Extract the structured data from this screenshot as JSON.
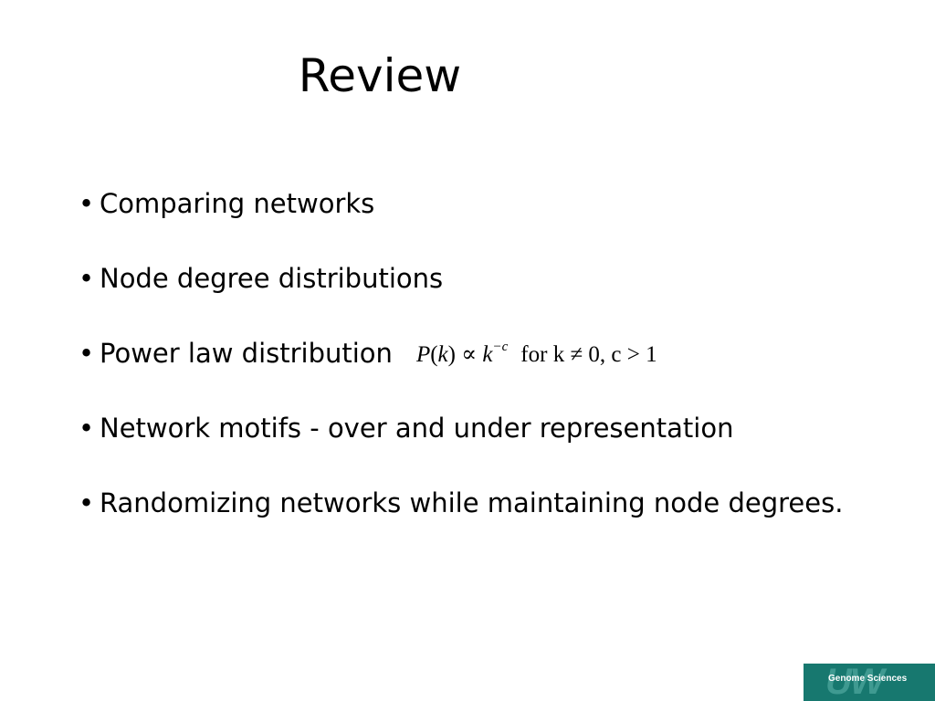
{
  "slide": {
    "title": "Review",
    "bullet_symbol": "•",
    "bullets": [
      {
        "text": "Comparing networks"
      },
      {
        "text": "Node degree distributions"
      },
      {
        "text": "Power law distribution"
      },
      {
        "text": "Network motifs - over and under representation"
      },
      {
        "text": "Randomizing networks while maintaining node degrees."
      }
    ],
    "formula": {
      "p": "P",
      "k": "k",
      "proportional": "∝",
      "exponent": "−c",
      "condition": "for k ≠ 0, c > 1"
    }
  },
  "logo": {
    "watermark": "UW",
    "label": "Genome Sciences"
  },
  "colors": {
    "background": "#ffffff",
    "text": "#000000",
    "logo_bg": "#17786f"
  }
}
